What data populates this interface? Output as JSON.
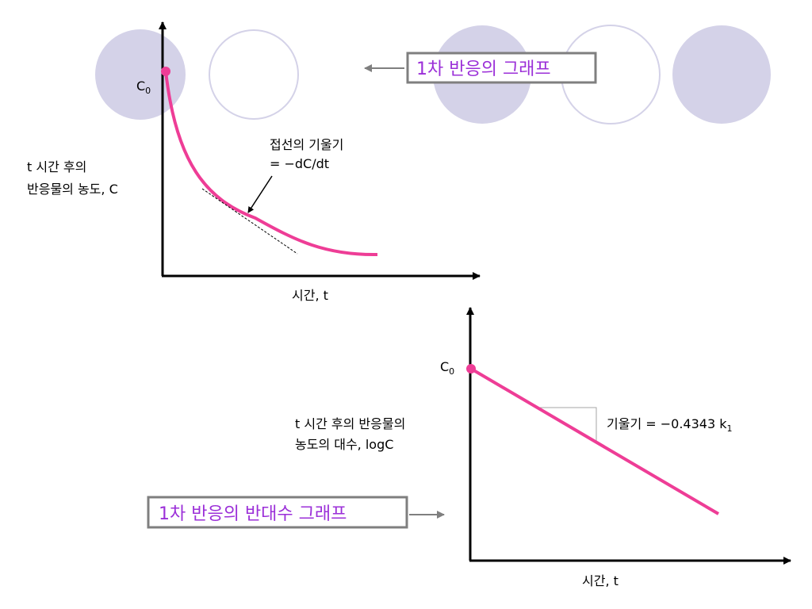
{
  "colors": {
    "curve": "#ee3d96",
    "axis": "#000000",
    "circle_fill": "#d4d2e8",
    "circle_stroke": "#d4d2e8",
    "title_text": "#9b2fd8",
    "title_border": "#7f7f7f",
    "arrow_gray": "#7f7f7f",
    "slope_box": "#a6a6a6"
  },
  "graph1": {
    "title": "1차 반응의 그래프",
    "c0_base": "C",
    "c0_sub": "0",
    "ylabel_line1": "t 시간 후의",
    "ylabel_line2": "반응물의 농도, C",
    "xlabel": "시간, t",
    "tangent_line1": "접선의 기울기",
    "tangent_line2": "= −dC/dt"
  },
  "graph2": {
    "title": "1차 반응의 반대수 그래프",
    "c0_base": "C",
    "c0_sub": "0",
    "ylabel_line1": "t 시간 후의 반응물의",
    "ylabel_line2": "농도의 대수, logC",
    "xlabel": "시간, t",
    "slope_base": "기울기 = −0.4343 k",
    "slope_sub": "1"
  }
}
